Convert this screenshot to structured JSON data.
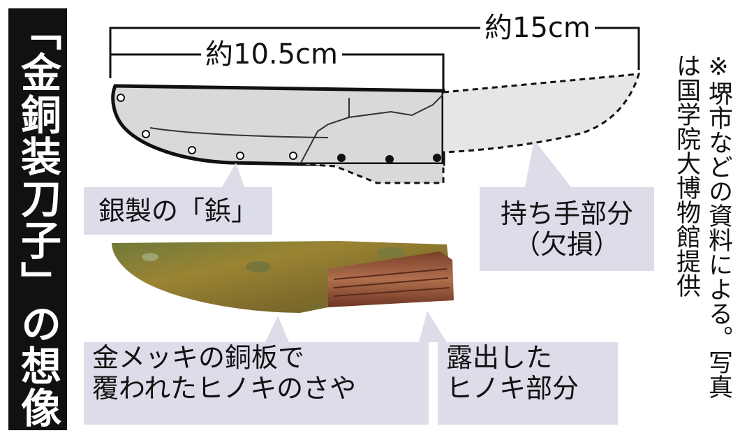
{
  "title": "「金銅装刀子」の想像図",
  "note": "※堺市などの資料による。写真は国学院大博物館提供",
  "dimensions": {
    "total": "約15cm",
    "blade": "約10.5cm"
  },
  "labels": {
    "rivets": "銀製の「鋲」",
    "handle_line1": "持ち手部分",
    "handle_line2": "（欠損）",
    "sheath_line1": "金メッキの銅板で",
    "sheath_line2": "覆われたヒノキのさや",
    "exposed_line1": "露出した",
    "exposed_line2": "ヒノキ部分"
  },
  "colors": {
    "label_bg": "#dcdde8",
    "sheath_fill": "#d9d9d9",
    "handle_fill": "#e6e6e6",
    "bronze": "#8a7a2e",
    "wood": "#9c5a3a"
  }
}
